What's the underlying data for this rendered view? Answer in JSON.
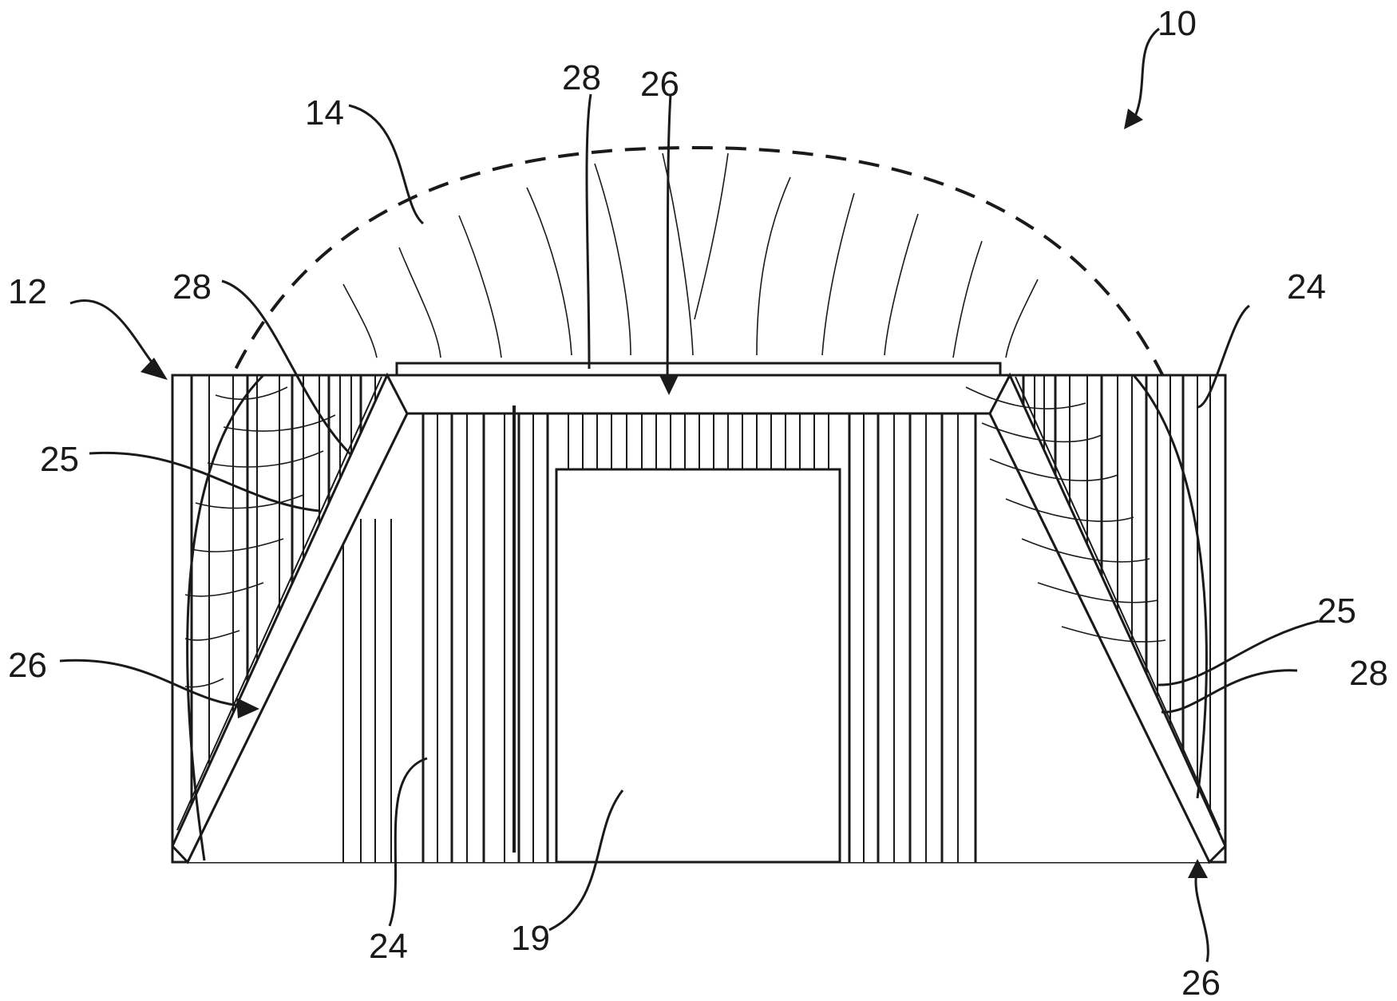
{
  "labels": {
    "l10": "10",
    "l14": "14",
    "l12": "12",
    "l28_top": "28",
    "l26_top": "26",
    "l28_left": "28",
    "l24_right": "24",
    "l25_left": "25",
    "l26_left": "26",
    "l25_right": "25",
    "l28_right": "28",
    "l24_bottom": "24",
    "l19": "19",
    "l26_bottom": "26"
  },
  "colors": {
    "ink": "#1a1a1a",
    "paper": "#ffffff"
  }
}
